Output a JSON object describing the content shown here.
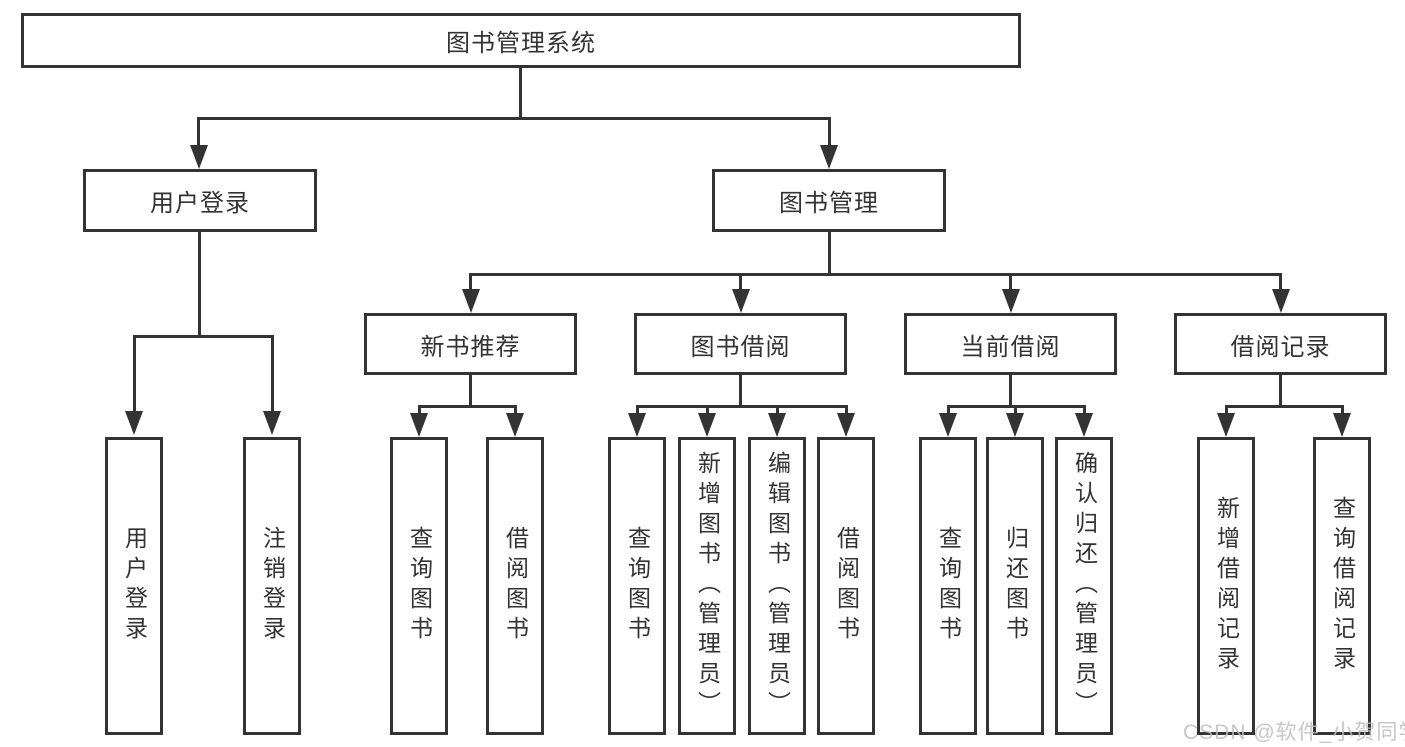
{
  "nodes": {
    "root": {
      "label": "图书管理系统"
    },
    "user_login": {
      "label": "用户登录",
      "children": [
        {
          "label": "用户登录"
        },
        {
          "label": "注销登录"
        }
      ]
    },
    "book_mgmt": {
      "label": "图书管理",
      "children": [
        {
          "label": "新书推荐",
          "children": [
            {
              "label": "查询图书"
            },
            {
              "label": "借阅图书"
            }
          ]
        },
        {
          "label": "图书借阅",
          "children": [
            {
              "label": "查询图书"
            },
            {
              "label": "新增图书（管理员）"
            },
            {
              "label": "编辑图书（管理员）"
            },
            {
              "label": "借阅图书"
            }
          ]
        },
        {
          "label": "当前借阅",
          "children": [
            {
              "label": "查询图书"
            },
            {
              "label": "归还图书"
            },
            {
              "label": "确认归还（管理员）"
            }
          ]
        },
        {
          "label": "借阅记录",
          "children": [
            {
              "label": "新增借阅记录"
            },
            {
              "label": "查询借阅记录"
            }
          ]
        }
      ]
    }
  },
  "watermark": {
    "text": "CSDN @软件_小贺同学"
  },
  "colors": {
    "line": "#333333",
    "text": "#333333",
    "watermark": "#bebebe",
    "background": "#ffffff"
  }
}
